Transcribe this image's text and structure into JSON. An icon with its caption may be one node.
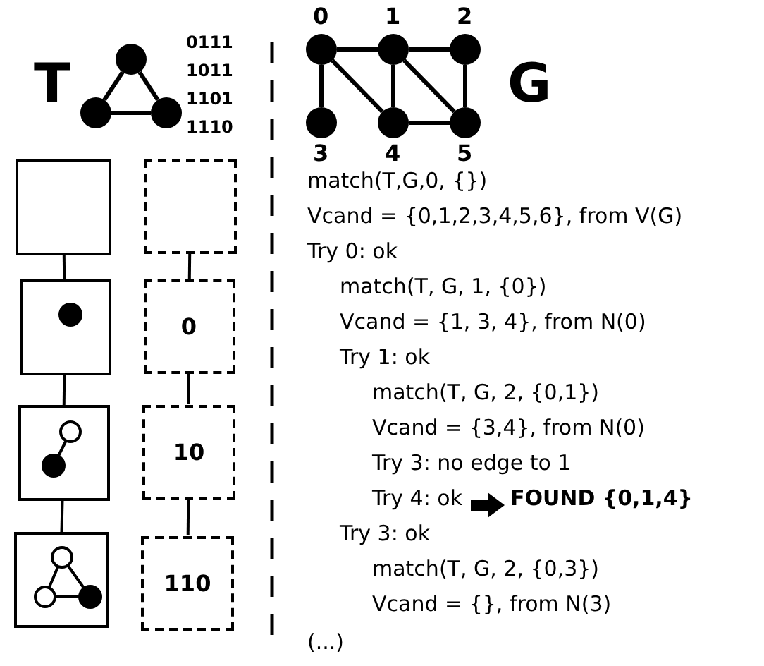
{
  "diagram": {
    "nodes": [
      {
        "text": [],
        "shape": "circle"
      },
      {
        "text": [],
        "shape": "circle"
      },
      {
        "text": [],
        "shape": "circle"
      },
      {
        "text": [],
        "shape": "circle",
        "beside": [
          "0"
        ]
      },
      {
        "text": [],
        "shape": "circle",
        "beside": [
          "1"
        ]
      },
      {
        "text": [],
        "shape": "circle",
        "beside": [
          "2"
        ]
      },
      {
        "text": [],
        "shape": "circle",
        "beside": [
          "3"
        ]
      },
      {
        "text": [],
        "shape": "circle",
        "beside": [
          "4"
        ]
      },
      {
        "text": [],
        "shape": "circle",
        "beside": [
          "5"
        ]
      },
      {
        "text": [],
        "shape": "box"
      },
      {
        "text": [],
        "shape": "box"
      },
      {
        "text": [],
        "shape": "box"
      },
      {
        "text": [],
        "shape": "box"
      },
      {
        "text": [],
        "shape": "box"
      },
      {
        "text": [
          "0"
        ]
      },
      {
        "text": [
          "10"
        ]
      },
      {
        "text": [
          "110"
        ]
      }
    ],
    "edges": [
      {
        "from": 0,
        "to": 1,
        "arrow": "none"
      },
      {
        "from": 0,
        "to": 2,
        "arrow": "none"
      },
      {
        "from": 1,
        "to": 2,
        "arrow": "none"
      },
      {
        "from": 3,
        "to": 4,
        "arrow": "none"
      },
      {
        "from": 4,
        "to": 5,
        "arrow": "none"
      },
      {
        "from": 3,
        "to": 6,
        "arrow": "none"
      },
      {
        "from": 3,
        "to": 7,
        "arrow": "none"
      },
      {
        "from": 4,
        "to": 7,
        "arrow": "none"
      },
      {
        "from": 4,
        "to": 8,
        "arrow": "none"
      },
      {
        "from": 5,
        "to": 8,
        "arrow": "none"
      },
      {
        "from": 7,
        "to": 8,
        "arrow": "none"
      },
      {
        "from": 9,
        "to": 10,
        "arrow": "none"
      },
      {
        "from": 10,
        "to": 11,
        "arrow": "none"
      },
      {
        "from": 11,
        "to": 12,
        "arrow": "none"
      },
      {
        "from": 13,
        "to": 14,
        "arrow": "none"
      },
      {
        "from": 14,
        "to": 15,
        "arrow": "none"
      },
      {
        "from": 15,
        "to": 16,
        "arrow": "none"
      }
    ],
    "labels": [
      "T",
      "0111",
      "1011",
      "1101",
      "1110",
      "G",
      "match(T,G,0, {})",
      "Vcand = {0,1,2,3,4,5,6}, from V(G)",
      "Try 0: ok",
      "match(T, G, 1, {0})",
      "Vcand = {1, 3, 4}, from N(0)",
      "Try 1: ok",
      "match(T, G, 2, {0,1})",
      "Vcand = {3,4}, from N(0)",
      "Try 3: no edge to 1",
      "Try 4: ok",
      "FOUND {0,1,4}",
      "Try 3: ok",
      "match(T, G, 2, {0,3})",
      "Vcand = {}, from N(3)",
      "(...)"
    ]
  }
}
